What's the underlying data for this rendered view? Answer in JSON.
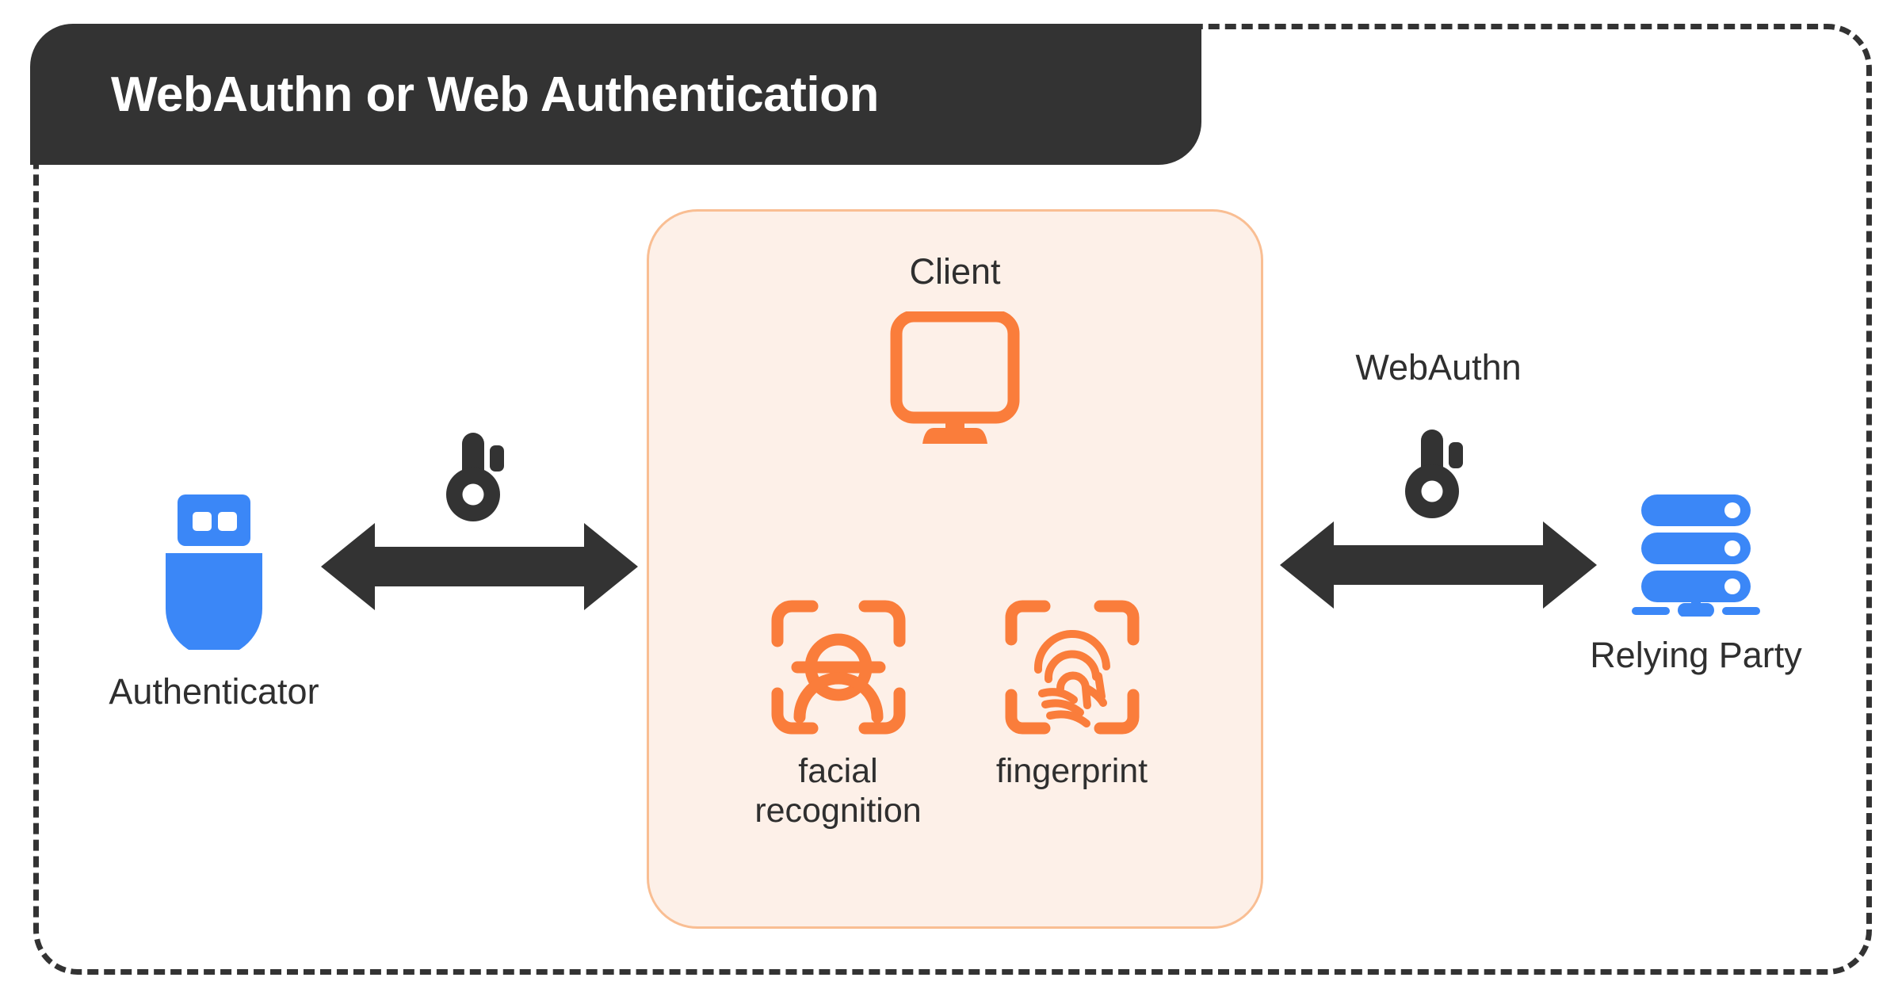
{
  "diagram": {
    "title": "WebAuthn or Web Authentication",
    "colors": {
      "dark": "#333333",
      "blue": "#3B87F7",
      "orange": "#FA7D3B",
      "client_panel_bg": "#FDF0E8",
      "client_panel_border": "#F9BE93",
      "background": "#FFFFFF",
      "text": "#2F2F2F"
    },
    "nodes": {
      "authenticator": {
        "label": "Authenticator",
        "icon": "usb-key-icon"
      },
      "client": {
        "title": "Client",
        "icon": "monitor-icon",
        "biometrics": [
          {
            "label_line1": "facial",
            "label_line2": "recognition",
            "icon": "face-scan-icon"
          },
          {
            "label_line1": "fingerprint",
            "label_line2": "",
            "icon": "fingerprint-scan-icon"
          }
        ]
      },
      "relying_party": {
        "label": "Relying Party",
        "icon": "server-stack-icon"
      }
    },
    "links": [
      {
        "id": "authenticator-client",
        "label": "",
        "key_icon": "key-icon",
        "arrow_icon": "double-arrow-icon"
      },
      {
        "id": "client-relying-party",
        "label": "WebAuthn",
        "key_icon": "key-icon",
        "arrow_icon": "double-arrow-icon"
      }
    ]
  }
}
